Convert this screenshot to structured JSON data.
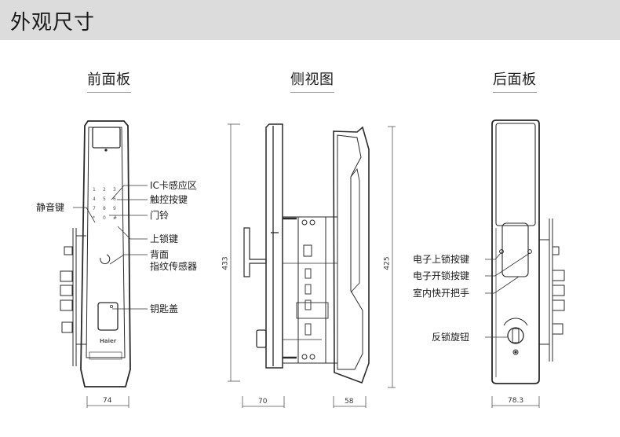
{
  "header": {
    "title": "外观尺寸"
  },
  "views": [
    {
      "title": "前面板",
      "callouts": [
        "IC卡感应区",
        "触控按键",
        "门铃",
        "上锁键",
        "背面",
        "指纹传感器",
        "钥匙盖",
        "静音键"
      ],
      "brand": "Haier",
      "keypad": [
        "1",
        "2",
        "3",
        "4",
        "5",
        "6",
        "7",
        "8",
        "9",
        "*",
        "0",
        "#"
      ],
      "width_dim": "74"
    },
    {
      "title": "侧视图",
      "height_dim_front": "433",
      "height_dim_back": "425",
      "depth_dim_front": "70",
      "depth_dim_back": "58"
    },
    {
      "title": "后面板",
      "callouts": [
        "电子上锁按键",
        "电子开锁按键",
        "室内快开把手",
        "反锁旋钮"
      ],
      "width_dim": "78.3"
    }
  ],
  "colors": {
    "header_bg": "#dddcdc",
    "line": "#2a2a2a",
    "thin_line": "#555555"
  }
}
